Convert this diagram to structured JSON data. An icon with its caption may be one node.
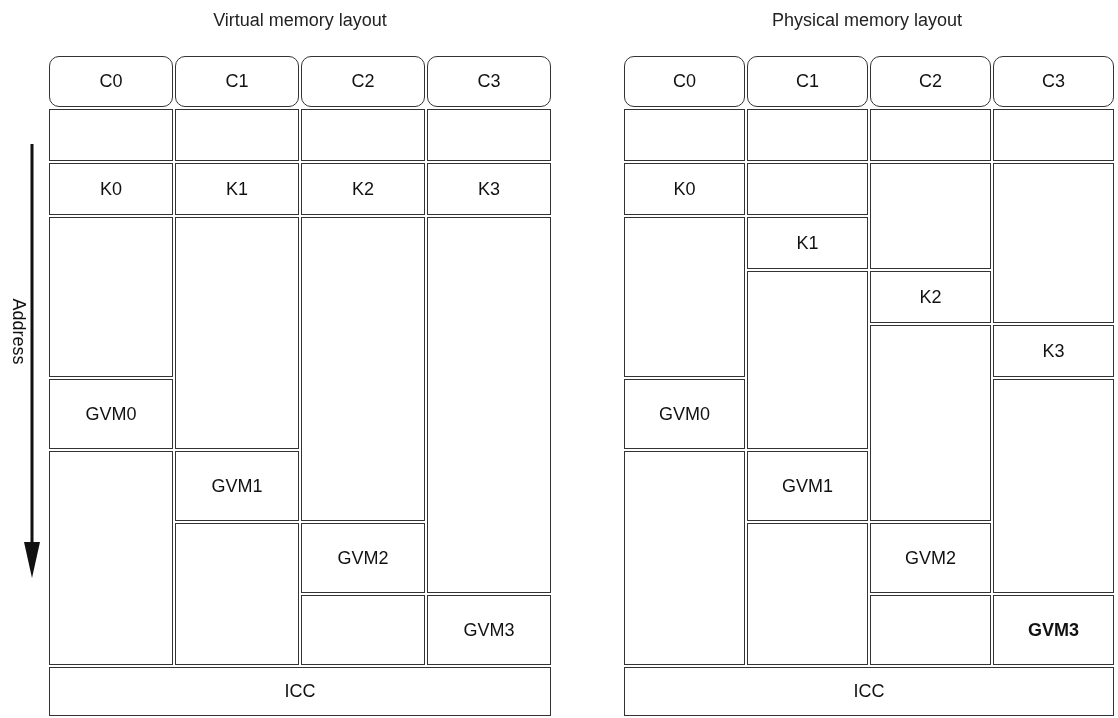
{
  "diagram": {
    "nodes": [
      {
        "text": [
          "C0"
        ]
      },
      {
        "text": [
          "C1"
        ]
      },
      {
        "text": [
          "C2"
        ]
      },
      {
        "text": [
          "C3"
        ]
      },
      {
        "text": [],
        "shape": "box"
      },
      {
        "text": [],
        "shape": "box"
      },
      {
        "text": [],
        "shape": "box"
      },
      {
        "text": [],
        "shape": "box"
      },
      {
        "text": [
          "K0"
        ]
      },
      {
        "text": [
          "K1"
        ]
      },
      {
        "text": [
          "K2"
        ]
      },
      {
        "text": [
          "K3"
        ]
      },
      {
        "text": [],
        "shape": "box"
      },
      {
        "text": [],
        "shape": "box"
      },
      {
        "text": [],
        "shape": "box"
      },
      {
        "text": [],
        "shape": "box"
      },
      {
        "text": [
          "GVM0"
        ]
      },
      {
        "text": [],
        "shape": "box"
      },
      {
        "text": [
          "GVM1"
        ]
      },
      {
        "text": [],
        "shape": "box"
      },
      {
        "text": [
          "GVM2"
        ]
      },
      {
        "text": [],
        "shape": "box"
      },
      {
        "text": [
          "GVM3"
        ]
      },
      {
        "text": [
          "ICC"
        ]
      },
      {
        "text": [
          "C0"
        ]
      },
      {
        "text": [
          "C1"
        ]
      },
      {
        "text": [
          "C2"
        ]
      },
      {
        "text": [
          "C3"
        ]
      },
      {
        "text": [],
        "shape": "box"
      },
      {
        "text": [],
        "shape": "box"
      },
      {
        "text": [],
        "shape": "box"
      },
      {
        "text": [],
        "shape": "box"
      },
      {
        "text": [
          "K0"
        ]
      },
      {
        "text": [],
        "shape": "box"
      },
      {
        "text": [],
        "shape": "box"
      },
      {
        "text": [],
        "shape": "box"
      },
      {
        "text": [],
        "shape": "box"
      },
      {
        "text": [
          "K1"
        ]
      },
      {
        "text": [],
        "shape": "box"
      },
      {
        "text": [
          "K2"
        ]
      },
      {
        "text": [],
        "shape": "box"
      },
      {
        "text": [
          "K3"
        ]
      },
      {
        "text": [
          "GVM0"
        ]
      },
      {
        "text": [],
        "shape": "box"
      },
      {
        "text": [],
        "shape": "box"
      },
      {
        "text": [
          "GVM1"
        ]
      },
      {
        "text": [],
        "shape": "box"
      },
      {
        "text": [
          "GVM2"
        ]
      },
      {
        "text": [],
        "shape": "box"
      },
      {
        "text": [
          "GVM3"
        ]
      },
      {
        "text": [
          "ICC"
        ]
      }
    ],
    "labels": [
      "Virtual memory layout",
      "Physical memory layout",
      "Address"
    ]
  }
}
